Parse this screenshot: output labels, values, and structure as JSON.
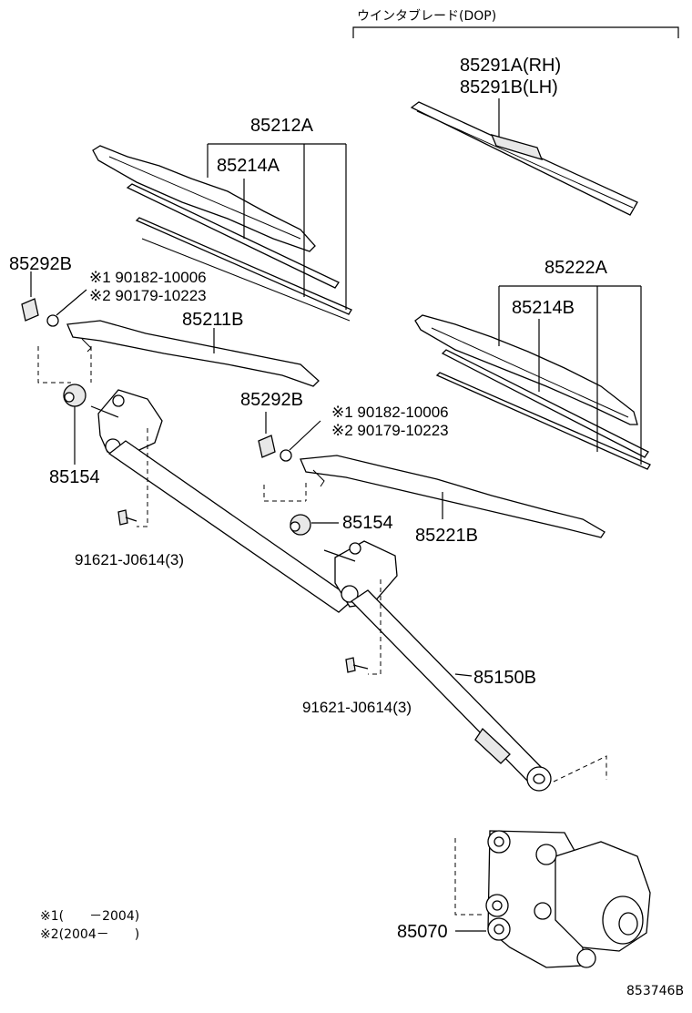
{
  "header": {
    "option_label": "ウインタブレード(DOP)"
  },
  "parts": {
    "blade_opt_rh": "85291A(RH)",
    "blade_opt_lh": "85291B(LH)",
    "blade_left": "85212A",
    "rubber_left": "85214A",
    "cap_left": "85292B",
    "nut_left_1": "※1 90182-10006",
    "nut_left_2": "※2 90179-10223",
    "arm_left": "85211B",
    "pivot_left": "85154",
    "bolt_left": "91621-J0614(3)",
    "blade_right": "85222A",
    "rubber_right": "85214B",
    "cap_right": "85292B",
    "nut_right_1": "※1 90182-10006",
    "nut_right_2": "※2 90179-10223",
    "pivot_right": "85154",
    "arm_right": "85221B",
    "link": "85150B",
    "bolt_right": "91621-J0614(3)",
    "motor": "85070"
  },
  "footnotes": {
    "note1": "※1(　　－2004)",
    "note2": "※2(2004－　　)"
  },
  "diagram_id": "853746B"
}
